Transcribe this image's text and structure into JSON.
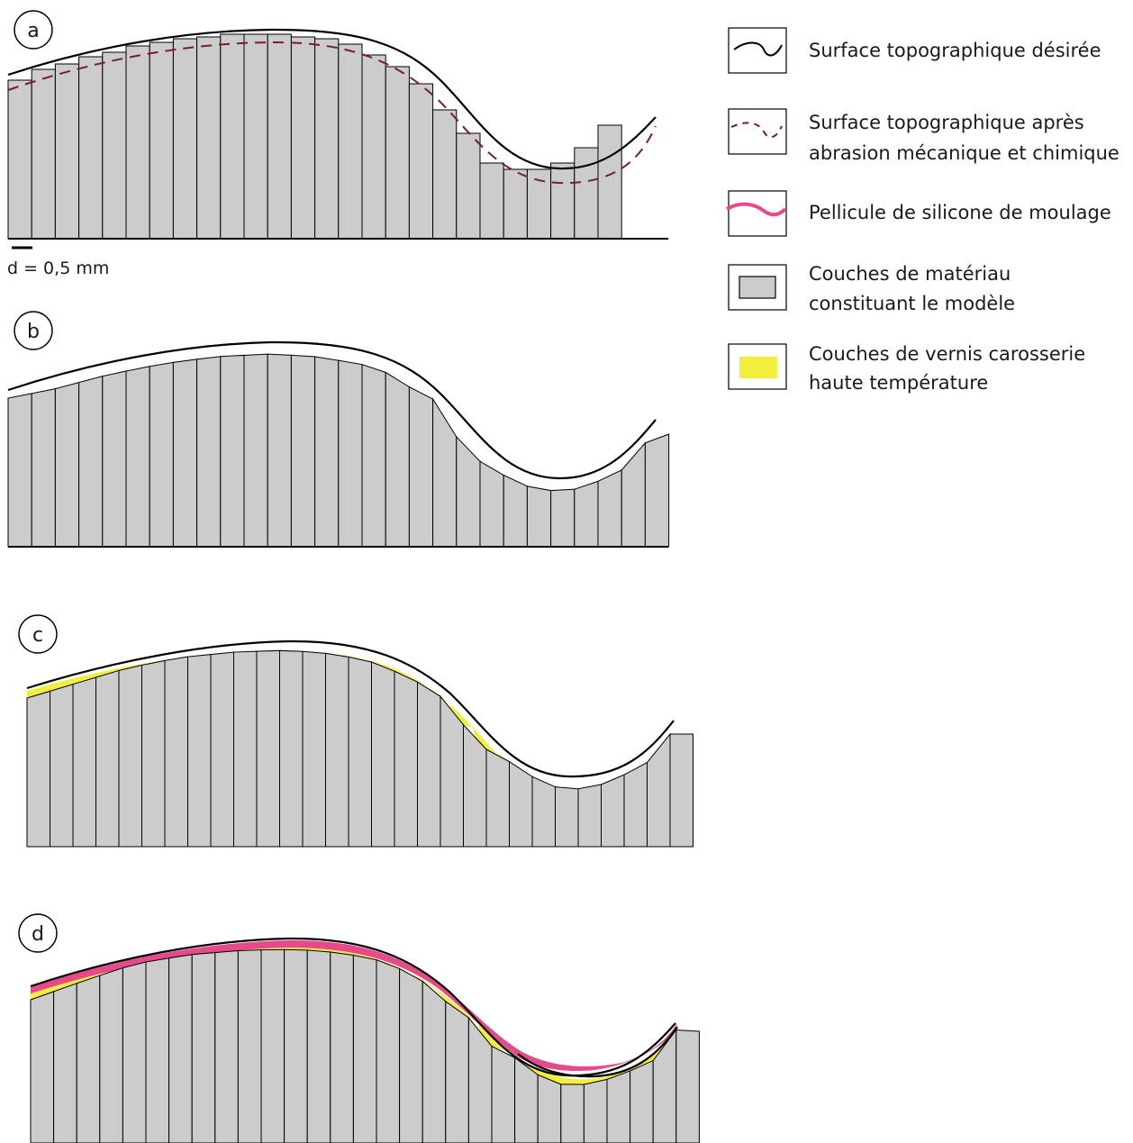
{
  "panels": [
    {
      "letter": "a"
    },
    {
      "letter": "b"
    },
    {
      "letter": "c"
    },
    {
      "letter": "d"
    }
  ],
  "scale": {
    "label": "d = 0,5 mm"
  },
  "legend": {
    "items": [
      {
        "key": "desired",
        "lines": [
          "Surface topographique désirée"
        ]
      },
      {
        "key": "abraded",
        "lines": [
          "Surface topographique après",
          "abrasion mécanique et chimique"
        ]
      },
      {
        "key": "silicone",
        "lines": [
          "Pellicule de silicone de moulage"
        ]
      },
      {
        "key": "layers",
        "lines": [
          "Couches de matériau",
          "constituant le modèle"
        ]
      },
      {
        "key": "varnish",
        "lines": [
          "Couches de vernis carosserie",
          "haute température"
        ]
      }
    ]
  },
  "colors": {
    "layer_fill": "#cccccc",
    "stroke": "#000000",
    "abraded_line": "#7a1f1f",
    "silicone": "#e64a8a",
    "varnish": "#f2ee3e"
  }
}
